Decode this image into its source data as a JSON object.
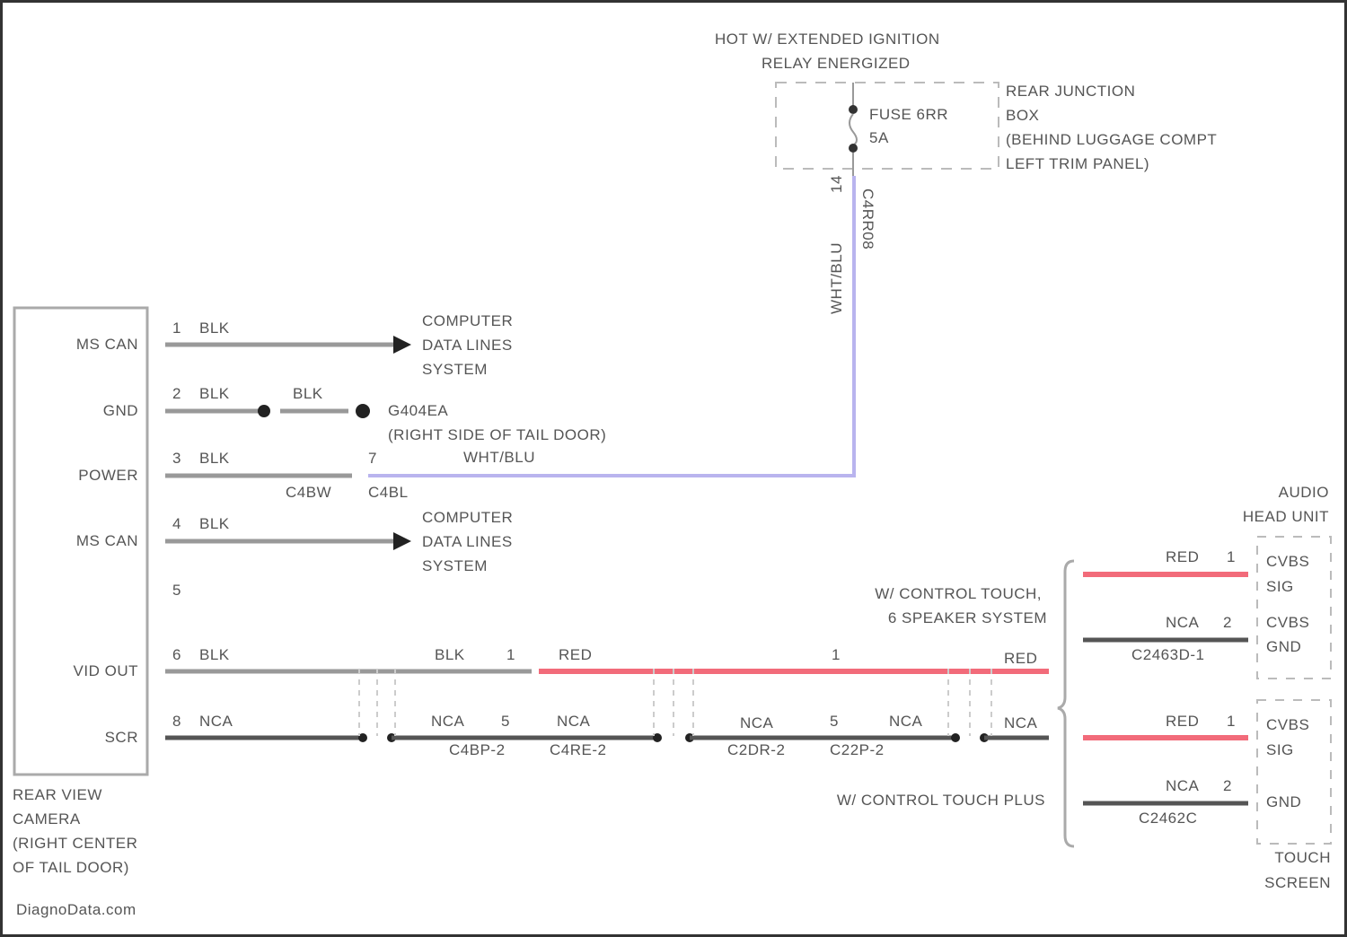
{
  "title_top": [
    "HOT W/ EXTENDED IGNITION",
    "RELAY ENERGIZED"
  ],
  "rjb": {
    "label": [
      "REAR JUNCTION",
      "BOX",
      "(BEHIND LUGGAGE COMPT",
      "LEFT TRIM PANEL)"
    ],
    "fuse": [
      "FUSE 6RR",
      "5A"
    ],
    "pin": "14",
    "wire": "WHT/BLU",
    "connector": "C4RR08"
  },
  "camera": {
    "label": [
      "REAR VIEW",
      "CAMERA",
      "(RIGHT CENTER",
      "OF TAIL DOOR)"
    ],
    "pins": [
      {
        "name": "MS CAN",
        "pin": "1",
        "color": "BLK"
      },
      {
        "name": "GND",
        "pin": "2",
        "color": "BLK"
      },
      {
        "name": "POWER",
        "pin": "3",
        "color": "BLK"
      },
      {
        "name": "MS CAN",
        "pin": "4",
        "color": "BLK"
      },
      {
        "name": "",
        "pin": "5",
        "color": ""
      },
      {
        "name": "VID OUT",
        "pin": "6",
        "color": "BLK"
      },
      {
        "name": "SCR",
        "pin": "8",
        "color": "NCA"
      }
    ]
  },
  "cdl1": [
    "COMPUTER",
    "DATA LINES",
    "SYSTEM"
  ],
  "cdl2": [
    "COMPUTER",
    "DATA LINES",
    "SYSTEM"
  ],
  "ground": {
    "color2": "BLK",
    "id": "G404EA",
    "loc": "(RIGHT SIDE OF TAIL DOOR)",
    "wire": "WHT/BLU"
  },
  "power_conn": {
    "pin": "7",
    "c1": "C4BW",
    "c2": "C4BL"
  },
  "vid": {
    "blk": "BLK",
    "pin1": "1",
    "red1": "RED",
    "pin2": "1",
    "red2": "RED"
  },
  "scr": {
    "nca": [
      "NCA",
      "NCA",
      "NCA",
      "NCA",
      "NCA"
    ],
    "pins": [
      "5",
      "5"
    ],
    "conns": [
      "C4BP-2",
      "C4RE-2",
      "C2DR-2",
      "C22P-2"
    ]
  },
  "systems": {
    "a": [
      "W/ CONTROL TOUCH,",
      "6 SPEAKER SYSTEM"
    ],
    "b": "W/ CONTROL TOUCH PLUS"
  },
  "head_unit": {
    "label": [
      "AUDIO",
      "HEAD UNIT"
    ],
    "pins": [
      {
        "color": "RED",
        "pin": "1",
        "name": [
          "CVBS",
          "SIG"
        ]
      },
      {
        "color": "NCA",
        "pin": "2",
        "name": [
          "CVBS",
          "GND"
        ]
      }
    ],
    "connector": "C2463D-1"
  },
  "touch": {
    "label": [
      "TOUCH",
      "SCREEN"
    ],
    "pins": [
      {
        "color": "RED",
        "pin": "1",
        "name": [
          "CVBS",
          "SIG"
        ]
      },
      {
        "color": "NCA",
        "pin": "2",
        "name": [
          "GND"
        ]
      }
    ],
    "connector": "C2462C"
  },
  "watermark": "DiagnoData.com",
  "colors": {
    "red": "#f26b7a",
    "blu": "#b9b4ee",
    "blk": "#555555",
    "gray": "#999999"
  }
}
